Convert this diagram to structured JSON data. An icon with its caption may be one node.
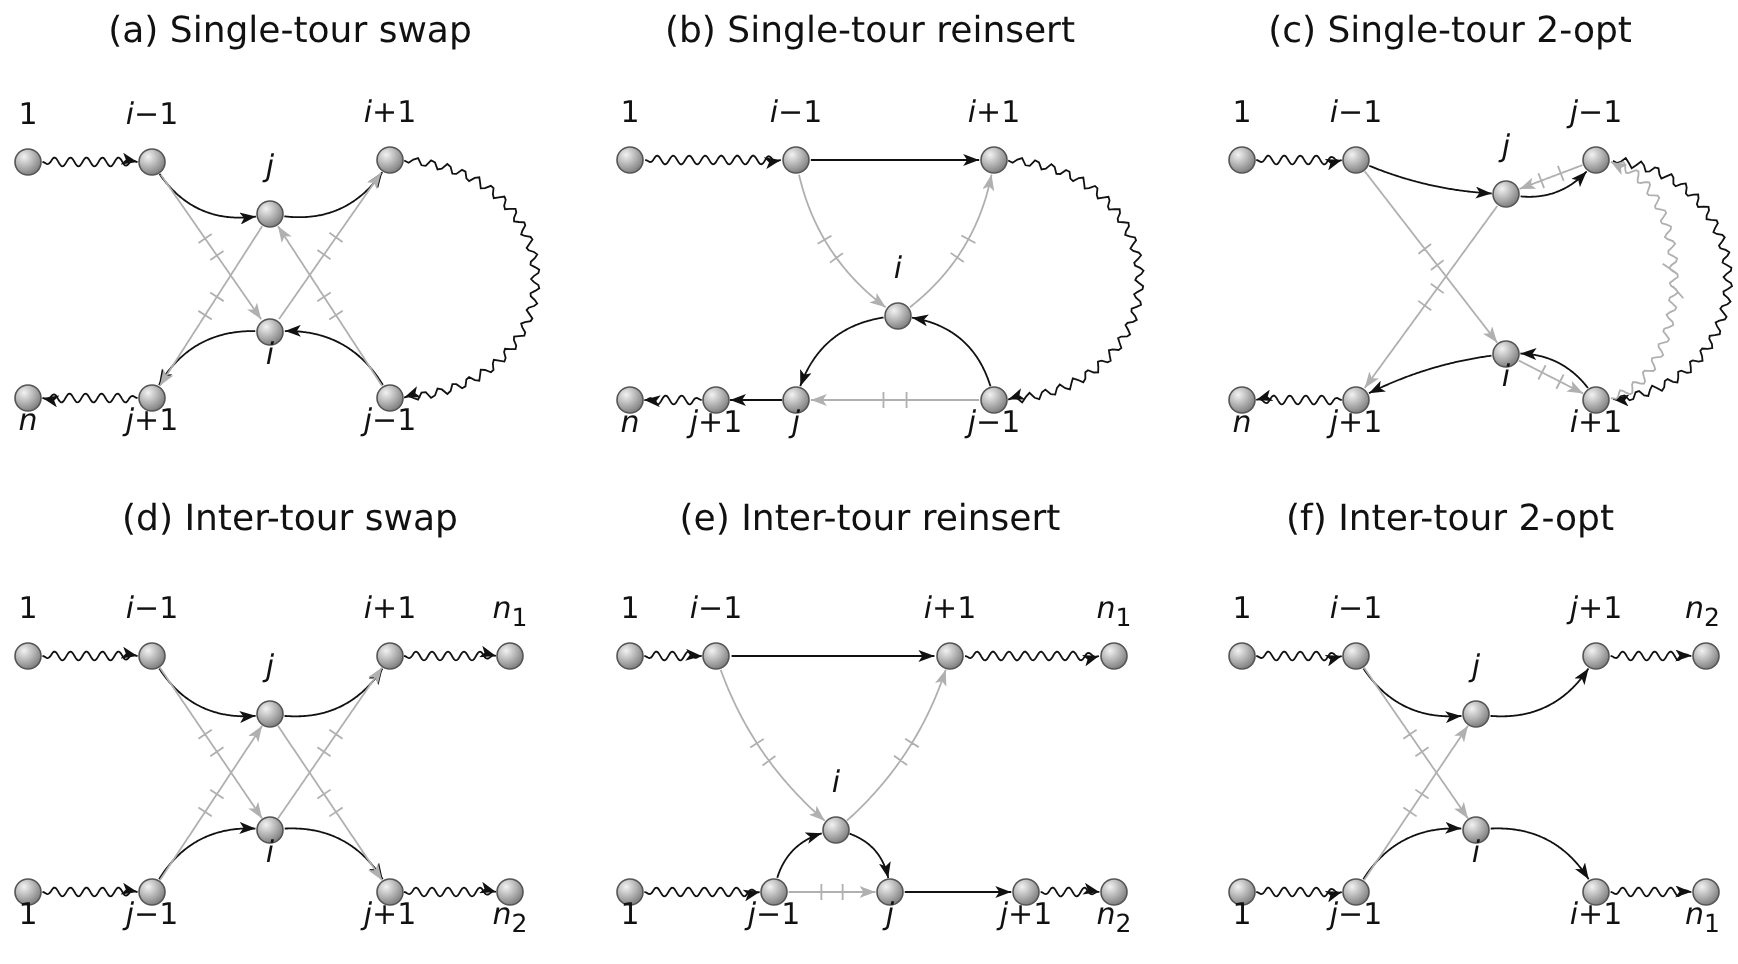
{
  "diagram": {
    "nodes": [
      {
        "text": [
          "1"
        ]
      },
      {
        "text": [
          "*i*−1"
        ]
      },
      {
        "text": [
          "j"
        ]
      },
      {
        "text": [
          "*i*+1"
        ]
      },
      {
        "text": [
          "i"
        ]
      },
      {
        "text": [
          "n"
        ]
      },
      {
        "text": [
          "*j*+1"
        ]
      },
      {
        "text": [
          "*j*−1"
        ]
      },
      {
        "text": [
          "1"
        ]
      },
      {
        "text": [
          "*i*−1"
        ]
      },
      {
        "text": [
          "*i*+1"
        ]
      },
      {
        "text": [
          "i"
        ]
      },
      {
        "text": [
          "n"
        ]
      },
      {
        "text": [
          "*j*+1"
        ]
      },
      {
        "text": [
          "j"
        ]
      },
      {
        "text": [
          "*j*−1"
        ]
      },
      {
        "text": [
          "1"
        ]
      },
      {
        "text": [
          "*i*−1"
        ]
      },
      {
        "text": [
          "j"
        ]
      },
      {
        "text": [
          "*j*−1"
        ]
      },
      {
        "text": [
          "i"
        ]
      },
      {
        "text": [
          "n"
        ]
      },
      {
        "text": [
          "*j*+1"
        ]
      },
      {
        "text": [
          "*i*+1"
        ]
      },
      {
        "text": [
          "1"
        ]
      },
      {
        "text": [
          "*i*−1"
        ]
      },
      {
        "text": [
          "j"
        ]
      },
      {
        "text": [
          "*i*+1"
        ]
      },
      {
        "text": [
          "*n*$_{1}$"
        ]
      },
      {
        "text": [
          "i"
        ]
      },
      {
        "text": [
          "1"
        ]
      },
      {
        "text": [
          "*j*−1"
        ]
      },
      {
        "text": [
          "*j*+1"
        ]
      },
      {
        "text": [
          "*n*$_{2}$"
        ]
      },
      {
        "text": [
          "1"
        ]
      },
      {
        "text": [
          "*i*−1"
        ]
      },
      {
        "text": [
          "*i*+1"
        ]
      },
      {
        "text": [
          "*n*$_{1}$"
        ]
      },
      {
        "text": [
          "i"
        ]
      },
      {
        "text": [
          "1"
        ]
      },
      {
        "text": [
          "*j*−1"
        ]
      },
      {
        "text": [
          "j"
        ]
      },
      {
        "text": [
          "*j*+1"
        ]
      },
      {
        "text": [
          "*n*$_{2}$"
        ]
      },
      {
        "text": [
          "1"
        ]
      },
      {
        "text": [
          "*i*−1"
        ]
      },
      {
        "text": [
          "j"
        ]
      },
      {
        "text": [
          "*j*+1"
        ]
      },
      {
        "text": [
          "*n*$_{2}$"
        ]
      },
      {
        "text": [
          "i"
        ]
      },
      {
        "text": [
          "1"
        ]
      },
      {
        "text": [
          "*j*−1"
        ]
      },
      {
        "text": [
          "*i*+1"
        ]
      },
      {
        "text": [
          "*n*$_{1}$"
        ]
      }
    ],
    "edges": [
      {
        "from": 0,
        "to": 1,
        "arrow": "to"
      },
      {
        "from": 1,
        "to": 2,
        "arrow": "to"
      },
      {
        "from": 2,
        "to": 3,
        "arrow": "to"
      },
      {
        "from": 3,
        "to": 7,
        "arrow": "to"
      },
      {
        "from": 7,
        "to": 4,
        "arrow": "to"
      },
      {
        "from": 4,
        "to": 6,
        "arrow": "to"
      },
      {
        "from": 6,
        "to": 5,
        "arrow": "to"
      },
      {
        "from": 1,
        "to": 4,
        "arrow": "to",
        "color": "#b0b0b0"
      },
      {
        "from": 4,
        "to": 3,
        "arrow": "to",
        "color": "#b0b0b0"
      },
      {
        "from": 7,
        "to": 2,
        "arrow": "to",
        "color": "#b0b0b0"
      },
      {
        "from": 2,
        "to": 6,
        "arrow": "to",
        "color": "#b0b0b0"
      },
      {
        "from": 8,
        "to": 9,
        "arrow": "to"
      },
      {
        "from": 9,
        "to": 10,
        "arrow": "to"
      },
      {
        "from": 10,
        "to": 15,
        "arrow": "to"
      },
      {
        "from": 15,
        "to": 11,
        "arrow": "to"
      },
      {
        "from": 11,
        "to": 14,
        "arrow": "to"
      },
      {
        "from": 14,
        "to": 13,
        "arrow": "to"
      },
      {
        "from": 13,
        "to": 12,
        "arrow": "to"
      },
      {
        "from": 9,
        "to": 11,
        "arrow": "to",
        "color": "#b0b0b0"
      },
      {
        "from": 11,
        "to": 10,
        "arrow": "to",
        "color": "#b0b0b0"
      },
      {
        "from": 15,
        "to": 14,
        "arrow": "to",
        "color": "#b0b0b0"
      },
      {
        "from": 16,
        "to": 17,
        "arrow": "to"
      },
      {
        "from": 17,
        "to": 18,
        "arrow": "to"
      },
      {
        "from": 18,
        "to": 19,
        "arrow": "to"
      },
      {
        "from": 19,
        "to": 23,
        "arrow": "to"
      },
      {
        "from": 23,
        "to": 20,
        "arrow": "to"
      },
      {
        "from": 20,
        "to": 22,
        "arrow": "to"
      },
      {
        "from": 22,
        "to": 21,
        "arrow": "to"
      },
      {
        "from": 17,
        "to": 20,
        "arrow": "to",
        "color": "#b0b0b0"
      },
      {
        "from": 20,
        "to": 23,
        "arrow": "to",
        "color": "#b0b0b0"
      },
      {
        "from": 19,
        "to": 18,
        "arrow": "to",
        "color": "#b0b0b0"
      },
      {
        "from": 18,
        "to": 22,
        "arrow": "to",
        "color": "#b0b0b0"
      },
      {
        "from": 23,
        "to": 19,
        "arrow": "to",
        "color": "#b0b0b0"
      },
      {
        "from": 24,
        "to": 25,
        "arrow": "to"
      },
      {
        "from": 25,
        "to": 26,
        "arrow": "to"
      },
      {
        "from": 26,
        "to": 27,
        "arrow": "to"
      },
      {
        "from": 27,
        "to": 28,
        "arrow": "to"
      },
      {
        "from": 30,
        "to": 31,
        "arrow": "to"
      },
      {
        "from": 31,
        "to": 29,
        "arrow": "to"
      },
      {
        "from": 29,
        "to": 32,
        "arrow": "to"
      },
      {
        "from": 32,
        "to": 33,
        "arrow": "to"
      },
      {
        "from": 25,
        "to": 29,
        "arrow": "to",
        "color": "#b0b0b0"
      },
      {
        "from": 29,
        "to": 27,
        "arrow": "to",
        "color": "#b0b0b0"
      },
      {
        "from": 31,
        "to": 26,
        "arrow": "to",
        "color": "#b0b0b0"
      },
      {
        "from": 26,
        "to": 32,
        "arrow": "to",
        "color": "#b0b0b0"
      },
      {
        "from": 34,
        "to": 35,
        "arrow": "to"
      },
      {
        "from": 35,
        "to": 36,
        "arrow": "to"
      },
      {
        "from": 36,
        "to": 37,
        "arrow": "to"
      },
      {
        "from": 39,
        "to": 40,
        "arrow": "to"
      },
      {
        "from": 40,
        "to": 38,
        "arrow": "to"
      },
      {
        "from": 38,
        "to": 41,
        "arrow": "to"
      },
      {
        "from": 41,
        "to": 42,
        "arrow": "to"
      },
      {
        "from": 42,
        "to": 43,
        "arrow": "to"
      },
      {
        "from": 35,
        "to": 38,
        "arrow": "to",
        "color": "#b0b0b0"
      },
      {
        "from": 38,
        "to": 36,
        "arrow": "to",
        "color": "#b0b0b0"
      },
      {
        "from": 40,
        "to": 41,
        "arrow": "to",
        "color": "#b0b0b0"
      },
      {
        "from": 44,
        "to": 45,
        "arrow": "to"
      },
      {
        "from": 45,
        "to": 46,
        "arrow": "to"
      },
      {
        "from": 46,
        "to": 47,
        "arrow": "to"
      },
      {
        "from": 47,
        "to": 48,
        "arrow": "to"
      },
      {
        "from": 50,
        "to": 51,
        "arrow": "to"
      },
      {
        "from": 51,
        "to": 49,
        "arrow": "to"
      },
      {
        "from": 49,
        "to": 52,
        "arrow": "to"
      },
      {
        "from": 52,
        "to": 53,
        "arrow": "to"
      },
      {
        "from": 45,
        "to": 49,
        "arrow": "to",
        "color": "#b0b0b0"
      },
      {
        "from": 51,
        "to": 46,
        "arrow": "to",
        "color": "#b0b0b0"
      }
    ],
    "labels": [
      "(a) Single-tour swap",
      "(b) Single-tour reinsert",
      "(c) Single-tour 2-opt",
      "(d) Inter-tour swap",
      "(e) Inter-tour reinsert",
      "(f) Inter-tour 2-opt"
    ]
  }
}
